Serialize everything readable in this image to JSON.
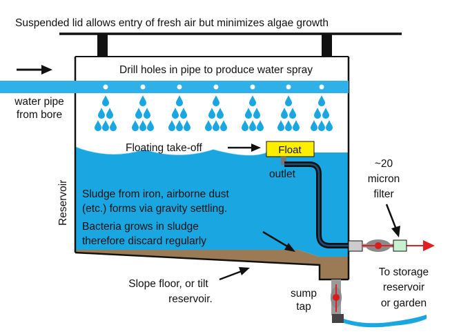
{
  "labels": {
    "title": "Suspended lid allows entry of fresh air but minimizes algae growth",
    "drill_holes": "Drill holes in pipe to produce water spray",
    "water_pipe_line1": "water pipe",
    "water_pipe_line2": "from bore",
    "floating_takeoff": "Floating take-off",
    "float": "Float",
    "outlet": "outlet",
    "reservoir": "Reservoir",
    "sludge_line1": "Sludge from iron, airborne dust",
    "sludge_line2": "(etc.) forms via gravity settling.",
    "sludge_line3": "Bacteria grows in sludge",
    "sludge_line4": "therefore discard regularly",
    "filter_line1": "~20",
    "filter_line2": "micron",
    "filter_line3": "filter",
    "slope_line1": "Slope floor, or tilt",
    "slope_line2": "reservoir.",
    "sump_line1": "sump",
    "sump_line2": "tap",
    "storage_line1": "To storage",
    "storage_line2": "reservoir",
    "storage_line3": "or garden"
  },
  "colors": {
    "water": "#1aa7e1",
    "pipe": "#2fb0e8",
    "float": "#ffee00",
    "sludge": "#9b7b55",
    "outline": "#111111",
    "flow_arrow": "#e02020",
    "valve": "#888888",
    "valve_handle": "#d81b1b",
    "filter": "#c8f0d0"
  }
}
